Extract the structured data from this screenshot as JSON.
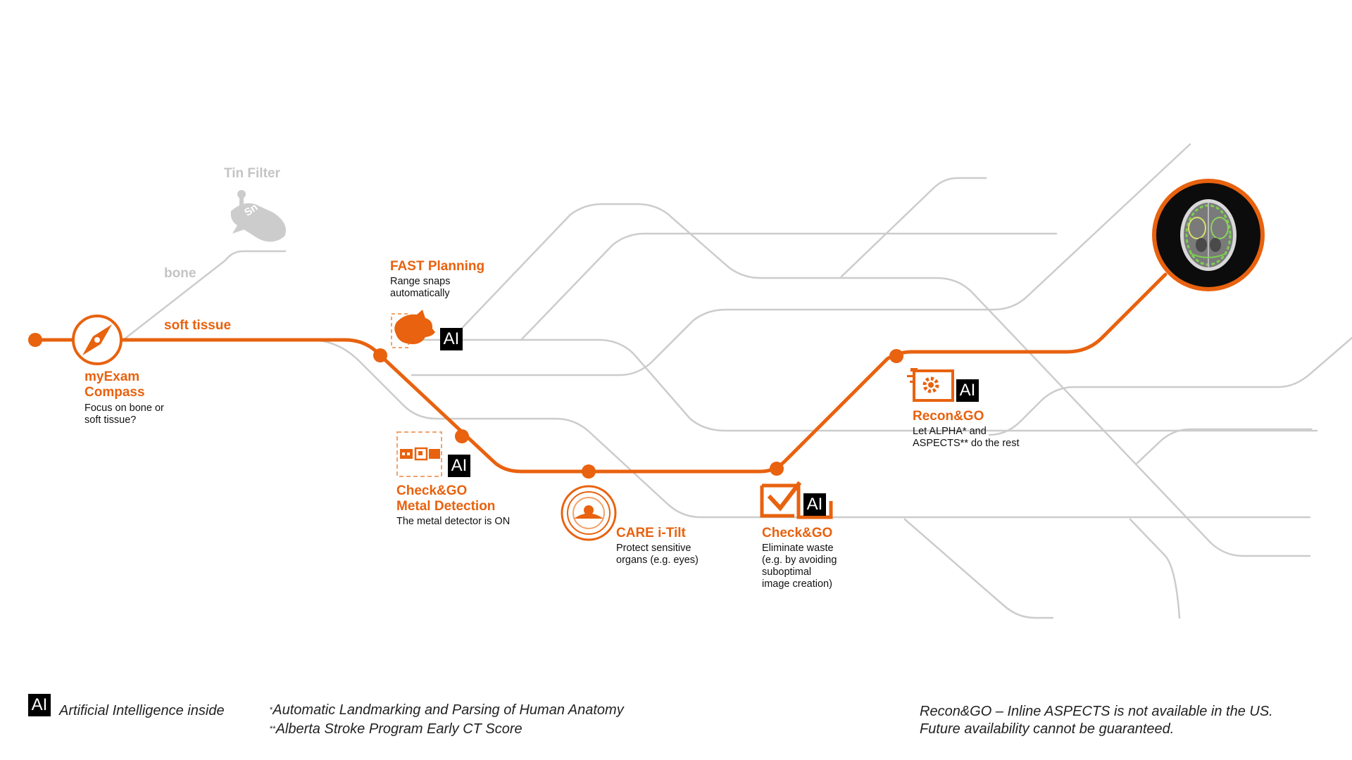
{
  "colors": {
    "accent": "#e8620f",
    "track": "#cccccc",
    "label_gray": "#c4c4c4",
    "badge": "#000000"
  },
  "badge_text": "AI",
  "branches": {
    "bone": "bone",
    "soft_tissue": "soft tissue"
  },
  "tin_filter": {
    "title": "Tin Filter",
    "glyph": "Sn"
  },
  "stations": {
    "compass": {
      "title_1": "myExam",
      "title_2": "Compass",
      "desc_1": "Focus on bone or",
      "desc_2": "soft tissue?",
      "icon": "compass-icon"
    },
    "fast_planning": {
      "title": "FAST Planning",
      "desc_1": "Range snaps",
      "desc_2": "automatically",
      "icon": "patient-head-icon"
    },
    "metal": {
      "title_1": "Check&GO",
      "title_2": "Metal Detection",
      "desc_1": "The metal detector is ON",
      "icon": "metal-detector-icon"
    },
    "care": {
      "title": "CARE i-Tilt",
      "desc_1": "Protect sensitive",
      "desc_2": "organs (e.g. eyes)",
      "icon": "tilt-target-icon"
    },
    "checkgo": {
      "title": "Check&GO",
      "desc_1": "Eliminate waste",
      "desc_2": "(e.g. by avoiding",
      "desc_3": "suboptimal",
      "desc_4": "image creation)",
      "icon": "checkbox-icon"
    },
    "recon": {
      "title": "Recon&GO",
      "desc_1": "Let ALPHA* and",
      "desc_2": "ASPECTS** do the rest",
      "icon": "recon-gear-icon"
    }
  },
  "footer": {
    "legend": "Artificial Intelligence inside",
    "note_1_mark": "*",
    "note_1": "Automatic Landmarking and Parsing of Human Anatomy",
    "note_2_mark": "**",
    "note_2": "Alberta Stroke Program Early CT Score",
    "disclaimer_1": "Recon&GO – Inline ASPECTS is not available in the US.",
    "disclaimer_2": "Future availability cannot be guaranteed."
  }
}
